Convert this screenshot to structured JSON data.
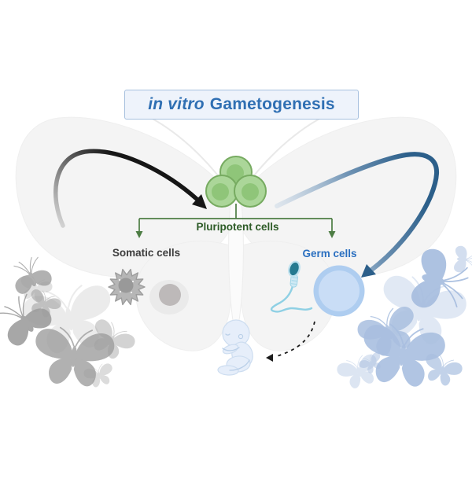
{
  "title": {
    "italic": "in vitro",
    "rest": "Gametogenesis"
  },
  "labels": {
    "pluripotent": "Pluripotent cells",
    "somatic": "Somatic cells",
    "germ": "Germ cells"
  },
  "icons": {
    "pluripotent_cells": "three-green-stem-cells-icon",
    "somatic_cells": "gray-fibroblast-and-round-cell-icon",
    "germ_cells": "sperm-and-egg-icon",
    "offspring": "fetus-icon",
    "arrows": [
      "black-curved-arrow",
      "blue-curved-arrow",
      "green-split-bracket",
      "dashed-arrow-to-fetus"
    ],
    "decorations": [
      "large-faint-butterfly-background",
      "gray-butterflies-left",
      "blue-butterflies-right"
    ]
  },
  "colors": {
    "title_text": "#2f6fb3",
    "title_bg": "#eef3fb",
    "title_border": "#a6c0de",
    "green_text": "#2d5b27",
    "green_line": "#4d7d44",
    "cell_body": "#abd699",
    "cell_nucleus": "#8fc579",
    "cell_border": "#77ab61",
    "somatic_text": "#3d3d3d",
    "germ_text": "#2a6fc0",
    "black_arrow": "#161616",
    "blue_arrow_dark": "#2c5f8a",
    "blue_arrow_light": "#bed0e2",
    "egg_outer": "#aecdf0",
    "egg_inner": "#c9ddf6",
    "sperm_head": "#257a90",
    "sperm_tail": "#8fd0e4",
    "fetus_body": "#e6eefa",
    "fetus_line": "#b9cfe8",
    "wing_bg": "#f4f4f4",
    "body_white": "#fbfbfb",
    "gray_butterfly": "#9e9e9e",
    "blue_butterfly": "#a9bfe0",
    "dashed_arrow": "#1c1c1c"
  }
}
